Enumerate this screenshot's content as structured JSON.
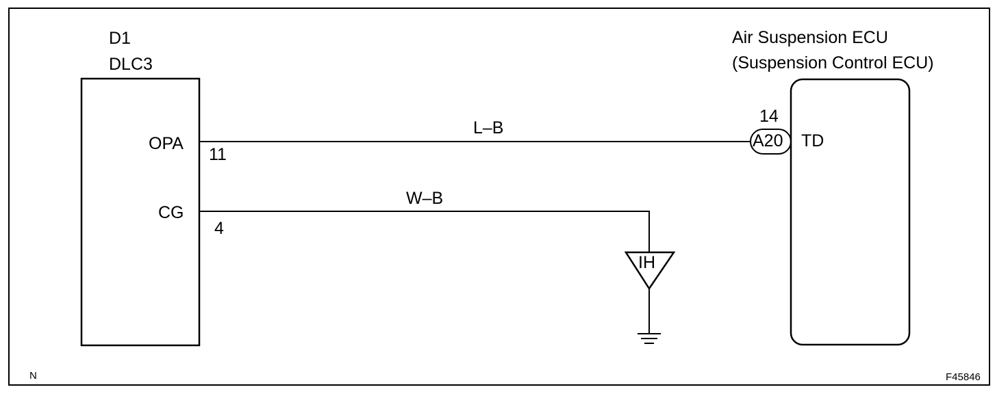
{
  "dlc3": {
    "code": "D1",
    "name": "DLC3",
    "terminals": [
      {
        "label": "OPA",
        "pin": "11"
      },
      {
        "label": "CG",
        "pin": "4"
      }
    ]
  },
  "ecu": {
    "title_line1": "Air Suspension ECU",
    "title_line2": "(Suspension Control ECU)",
    "connector": "A20",
    "pin": "14",
    "terminal": "TD"
  },
  "wires": {
    "opa_wire": "L–B",
    "cg_wire": "W–B"
  },
  "ground_point": "IH",
  "corner_letter": "N",
  "figure_id": "F45846"
}
